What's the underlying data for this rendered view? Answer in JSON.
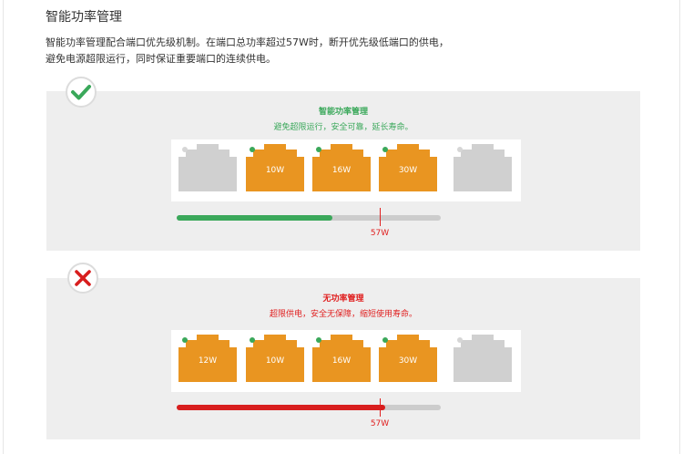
{
  "header": {
    "title": "智能功率管理",
    "desc_line1": "智能功率管理配合端口优先级机制。在端口总功率超过57W时，断开优先级低端口的供电，",
    "desc_line2": "避免电源超限运行，同时保证重要端口的连续供电。"
  },
  "panels": [
    {
      "status": "good",
      "status_icon": "check-icon",
      "title": "智能功率管理",
      "subtitle": "避免超限运行，安全可靠，延长寿命。",
      "ports": [
        {
          "label": "",
          "active": false
        },
        {
          "label": "10W",
          "active": true
        },
        {
          "label": "16W",
          "active": true
        },
        {
          "label": "30W",
          "active": true
        },
        {
          "label": "",
          "active": false
        }
      ],
      "bar_fraction": 0.59,
      "threshold_fraction": 0.77,
      "threshold_label": "57W"
    },
    {
      "status": "bad",
      "status_icon": "cross-icon",
      "title": "无功率管理",
      "subtitle": "超限供电，安全无保障，缩短使用寿命。",
      "ports": [
        {
          "label": "12W",
          "active": true
        },
        {
          "label": "10W",
          "active": true
        },
        {
          "label": "16W",
          "active": true
        },
        {
          "label": "30W",
          "active": true
        },
        {
          "label": "",
          "active": false
        }
      ],
      "bar_fraction": 0.79,
      "threshold_fraction": 0.77,
      "threshold_label": "57W"
    }
  ],
  "colors": {
    "active_port": "#e99521",
    "inactive_port": "#d0d0d0",
    "good": "#3aa85a",
    "bad": "#d81e1e"
  }
}
